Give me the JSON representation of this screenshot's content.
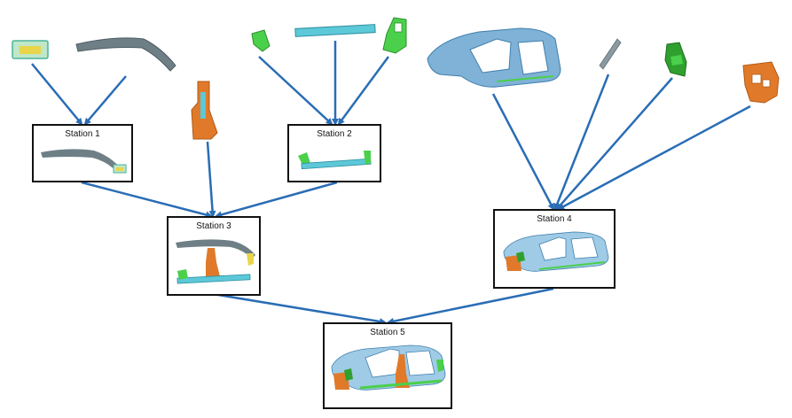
{
  "diagram": {
    "stations": [
      {
        "id": "station-1",
        "label": "Station 1"
      },
      {
        "id": "station-2",
        "label": "Station 2"
      },
      {
        "id": "station-3",
        "label": "Station 3"
      },
      {
        "id": "station-4",
        "label": "Station 4"
      },
      {
        "id": "station-5",
        "label": "Station 5"
      }
    ],
    "parts": [
      {
        "name": "bracket-part",
        "color": "#e8d54a"
      },
      {
        "name": "roof-rail-part",
        "color": "#6e7f86"
      },
      {
        "name": "b-pillar-part",
        "color": "#e07a2a"
      },
      {
        "name": "corner-bracket-part",
        "color": "#4ad04a"
      },
      {
        "name": "sill-rail-part",
        "color": "#5cc8d8"
      },
      {
        "name": "gusset-part",
        "color": "#4ad04a"
      },
      {
        "name": "body-side-panel-part",
        "color": "#6fa3c9"
      },
      {
        "name": "strip-part",
        "color": "#8a9aa0"
      },
      {
        "name": "wheelhouse-part",
        "color": "#2fa02f"
      },
      {
        "name": "rear-inner-panel-part",
        "color": "#e07a2a"
      }
    ],
    "colors": {
      "arrow": "#2a6db5",
      "box_border": "#111111",
      "body_blue": "#7fb2d6",
      "accent_green": "#4ad04a",
      "accent_orange": "#e07a2a",
      "accent_cyan": "#5cc8d8",
      "rail_gray": "#6e7f86"
    }
  }
}
